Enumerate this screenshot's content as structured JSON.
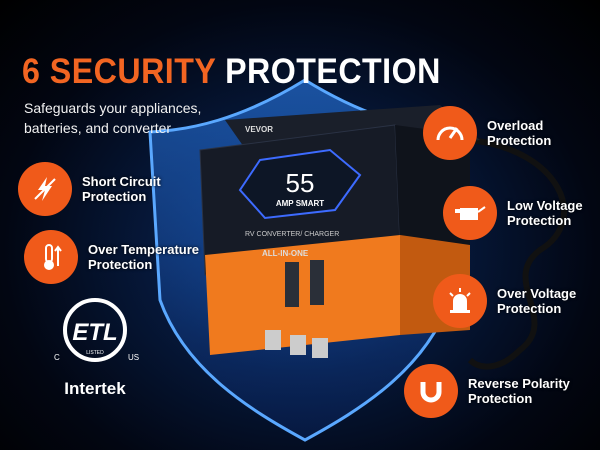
{
  "title": {
    "accent": "6 SECURITY",
    "main": "PROTECTION"
  },
  "subtitle": [
    "Safeguards your appliances,",
    "batteries, and converter"
  ],
  "features": [
    {
      "icon": "lightning-slash-icon",
      "lines": [
        "Short Circuit",
        "Protection"
      ]
    },
    {
      "icon": "thermometer-icon",
      "lines": [
        "Over Temperature",
        "Protection"
      ]
    },
    {
      "icon": "gauge-icon",
      "lines": [
        "Overload",
        "Protection"
      ]
    },
    {
      "icon": "oil-can-icon",
      "lines": [
        "Low Voltage",
        "Protection"
      ]
    },
    {
      "icon": "alarm-light-icon",
      "lines": [
        "Over Voltage",
        "Protection"
      ]
    },
    {
      "icon": "magnet-icon",
      "lines": [
        "Reverse Polarity",
        "Protection"
      ]
    }
  ],
  "product": {
    "brand": "VEVOR",
    "amps": "55",
    "amp_label": "AMP SMART",
    "type": "RV CONVERTER/ CHARGER",
    "mode": "ALL-IN-ONE"
  },
  "certification": {
    "logo": "ETL",
    "c": "C",
    "us": "US",
    "listed": "LISTED",
    "company": "Intertek"
  },
  "colors": {
    "accent": "#f05a1a",
    "shield": "#1e6fe0"
  }
}
